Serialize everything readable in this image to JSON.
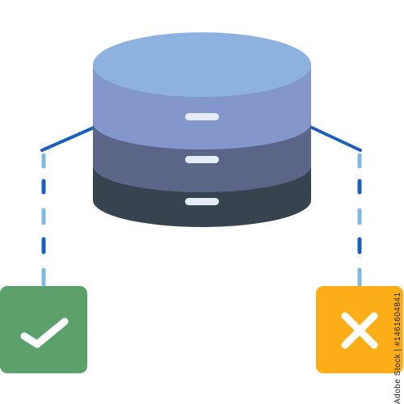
{
  "diagram": {
    "database": {
      "icon": "database-icon",
      "layers": [
        {
          "name": "top-cap",
          "color": "#8DB2DF"
        },
        {
          "name": "layer-1",
          "color": "#8397CC"
        },
        {
          "name": "layer-2",
          "color": "#5B6588"
        },
        {
          "name": "layer-3",
          "color": "#37444F"
        }
      ],
      "slot_color": "#E6ECF5"
    },
    "connectors": {
      "solid_color": "#1B5FBE",
      "dash_dark": "#1B5FBE",
      "dash_light": "#7FB9E0"
    },
    "outcomes": [
      {
        "name": "accepted",
        "icon": "check-icon",
        "color": "#5CA06C"
      },
      {
        "name": "rejected",
        "icon": "close-icon",
        "color": "#FBAE17"
      }
    ]
  },
  "watermark": {
    "stock_id": "Adobe Stock | #1461604841"
  }
}
